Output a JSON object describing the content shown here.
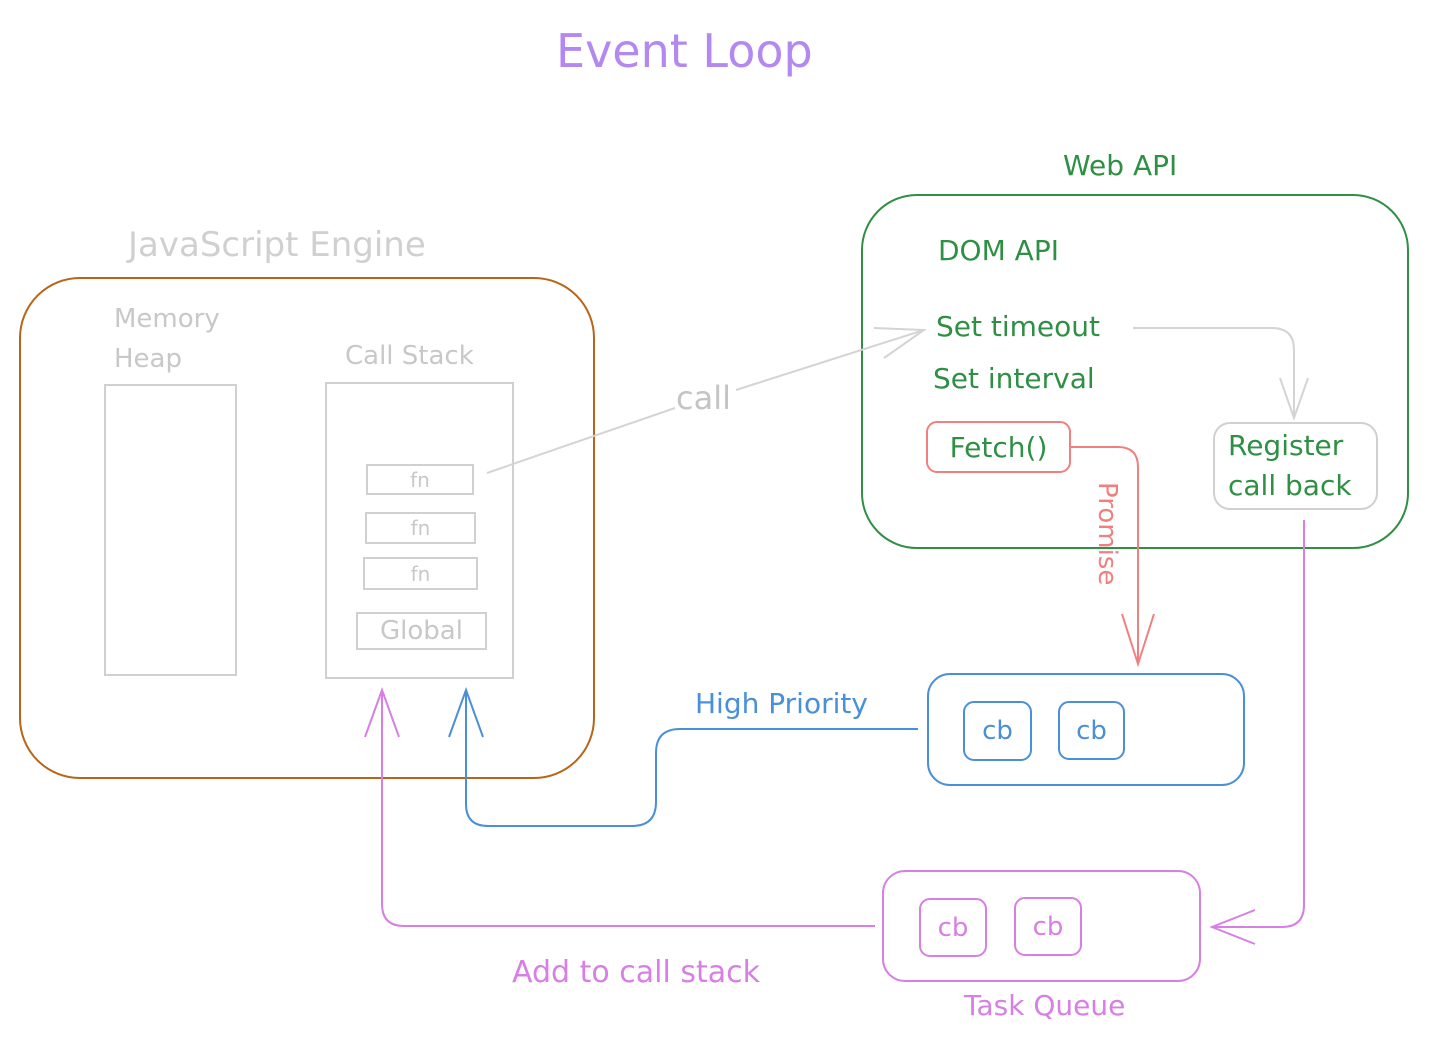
{
  "title": "Event Loop",
  "js_engine": {
    "title": "JavaScript Engine",
    "memory_heap_line1": "Memory",
    "memory_heap_line2": "Heap",
    "call_stack_label": "Call Stack",
    "stack_frames": [
      "fn",
      "fn",
      "fn",
      "Global"
    ]
  },
  "web_api": {
    "title": "Web API",
    "items": [
      "DOM API",
      "Set timeout",
      "Set interval"
    ],
    "fetch_label": "Fetch()",
    "register_line1": "Register",
    "register_line2": "call back"
  },
  "arrows": {
    "call_label": "call",
    "promise_label": "Promise",
    "high_priority_label": "High Priority",
    "add_to_stack_label": "Add to call stack"
  },
  "microtask_queue": {
    "items": [
      "cb",
      "cb"
    ]
  },
  "task_queue": {
    "label": "Task Queue",
    "items": [
      "cb",
      "cb"
    ]
  },
  "colors": {
    "title": "#b388f0",
    "engine_border": "#b8651a",
    "grey": "#cfcfcf",
    "web_api": "#2f8f45",
    "fetch": "#f08080",
    "microtask": "#4a90d9",
    "task": "#d77fe4"
  }
}
